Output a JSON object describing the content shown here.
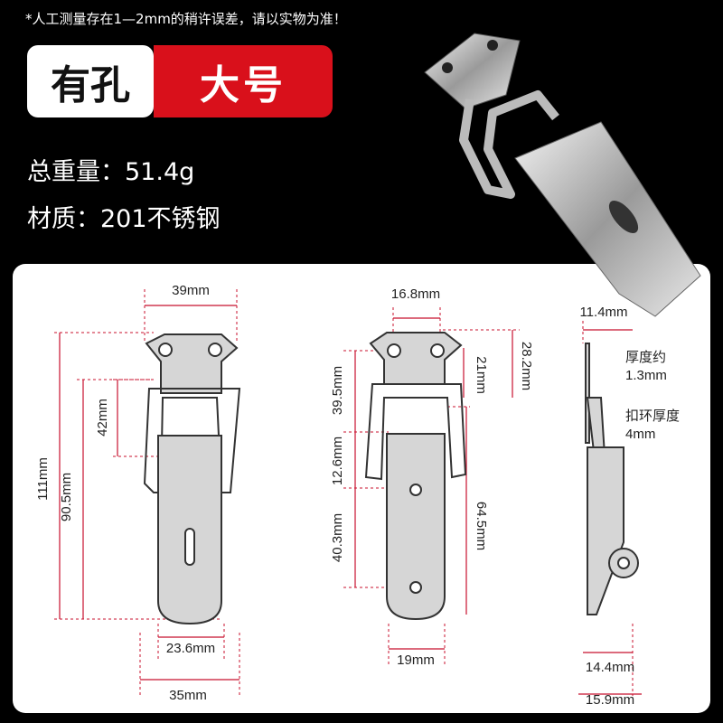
{
  "notice": "*人工测量存在1—2mm的稍许误差，请以实物为准！",
  "badge": {
    "type": "有孔",
    "size": "大号"
  },
  "specs": {
    "weight": "总重量：51.4g",
    "material": "材质：201不锈钢"
  },
  "dimensions": {
    "front": {
      "top_width": "39mm",
      "total_height": "111mm",
      "height_b": "90.5mm",
      "loop_h": "42mm",
      "inner_w": "23.6mm",
      "bottom_w": "35mm"
    },
    "back": {
      "hole_span": "16.8mm",
      "h_28": "28.2mm",
      "h_21": "21mm",
      "h_395": "39.5mm",
      "h_126": "12.6mm",
      "h_403": "40.3mm",
      "h_645": "64.5mm",
      "w_19": "19mm"
    },
    "side": {
      "top": "11.4mm",
      "thick_label": "厚度约",
      "thick_val": "1.3mm",
      "ring_label": "扣环厚度",
      "ring_val": "4mm",
      "w1": "14.4mm",
      "w2": "15.9mm"
    }
  },
  "colors": {
    "accent": "#d9101b",
    "dim_line": "#c8102e"
  }
}
